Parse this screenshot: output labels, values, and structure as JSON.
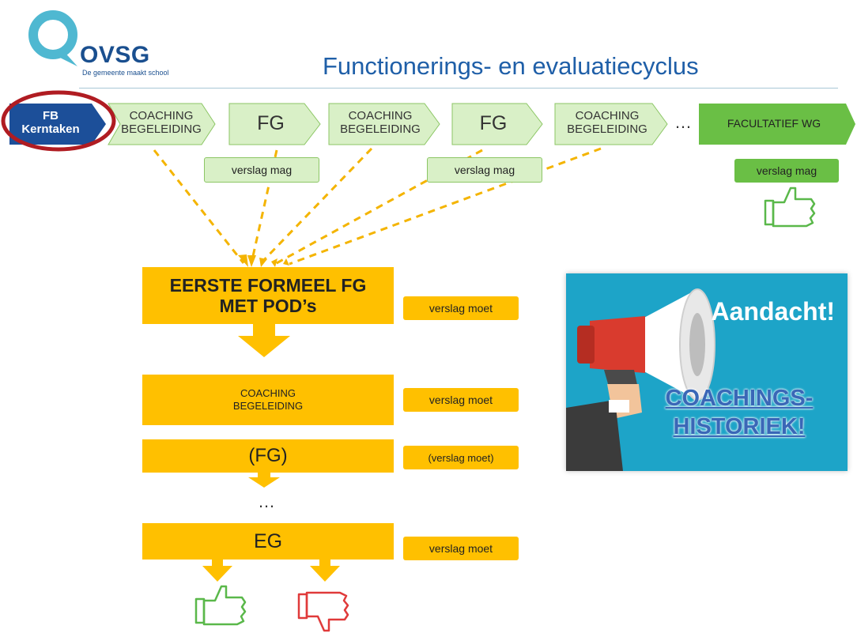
{
  "logo": {
    "name": "OVSG",
    "tagline": "De gemeente maakt school"
  },
  "title": "Functionerings- en evaluatiecyclus",
  "top_row": {
    "fb_line1": "FB",
    "fb_line2": "Kerntaken",
    "coaching_line1": "COACHING",
    "coaching_line2": "BEGELEIDING",
    "fg": "FG",
    "ellipsis": "…",
    "facultatief": "FACULTATIEF WG",
    "verslag_mag": "verslag mag"
  },
  "flow": {
    "eerste_line1": "EERSTE FORMEEL FG",
    "eerste_line2": "MET POD’s",
    "coaching_line1": "COACHING",
    "coaching_line2": "BEGELEIDING",
    "fg_optional": "(FG)",
    "ellipsis": "…",
    "eg": "EG",
    "verslag_moet": "verslag moet",
    "verslag_moet_optional": "(verslag moet)"
  },
  "notice": {
    "heading": "Aandacht!",
    "link_line1": "COACHINGS-",
    "link_line2": "HISTORIEK!"
  },
  "colors": {
    "title_blue": "#1f5fa8",
    "fb_blue": "#1c4f99",
    "light_green": "#d9f0c7",
    "green": "#6abf45",
    "yellow": "#ffc000",
    "dashed_orange": "#f4b400",
    "highlight_red": "#b01c22",
    "panel_teal": "#1da4c8"
  }
}
